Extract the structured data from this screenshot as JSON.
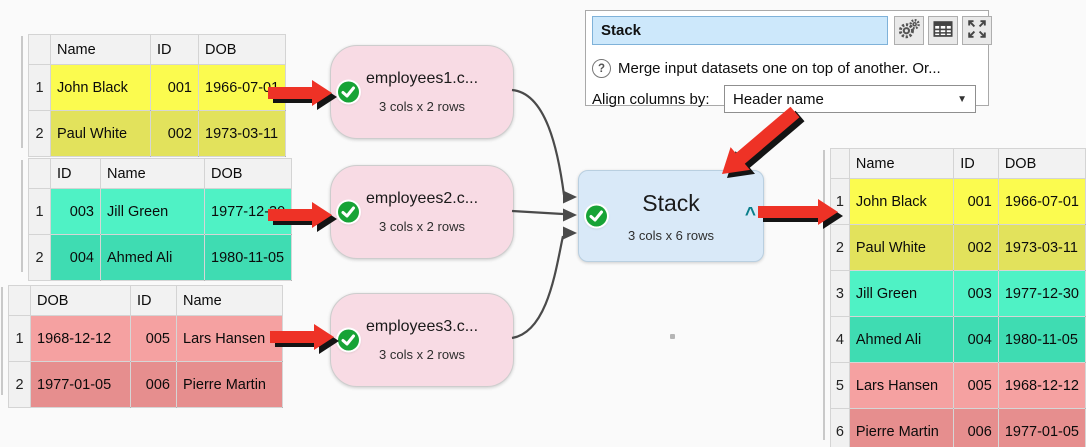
{
  "app": {
    "background": "#fafafa",
    "accent_red": "#ee3226",
    "connector_gray": "#4a4a4a",
    "check_green": "#17a336",
    "node_pink": "#f8dbe4",
    "node_blue": "#d9e9f8"
  },
  "panel": {
    "name_input_value": "Stack",
    "help_glyph": "?",
    "description": "Merge input datasets one on top of another. Or...",
    "align_columns_label": "Align columns by:",
    "align_columns_value": "Header name",
    "dropdown_glyph": "▼",
    "icons": {
      "settings": "double-gear-icon",
      "table_view": "table-grid-icon",
      "fullscreen": "expand-arrows-icon",
      "help": "circled-question-icon"
    }
  },
  "nodes": [
    {
      "title": "employees1.c...",
      "subtitle": "3 cols x 2 rows"
    },
    {
      "title": "employees2.c...",
      "subtitle": "3 cols x 2 rows"
    },
    {
      "title": "employees3.c...",
      "subtitle": "3 cols x 2 rows"
    }
  ],
  "stack_node": {
    "title": "Stack",
    "subtitle": "3 cols x 6 rows",
    "caret": "^"
  },
  "source_tables": [
    {
      "headers": [
        "Name",
        "ID",
        "DOB"
      ],
      "rows": [
        {
          "num": "1",
          "cells": [
            "John Black",
            "001",
            "1966-07-01"
          ],
          "color": "#fbfb4f"
        },
        {
          "num": "2",
          "cells": [
            "Paul White",
            "002",
            "1973-03-11"
          ],
          "color": "#e2e25c"
        }
      ]
    },
    {
      "headers": [
        "ID",
        "Name",
        "DOB"
      ],
      "rows": [
        {
          "num": "1",
          "cells": [
            "003",
            "Jill Green",
            "1977-12-30"
          ],
          "color": "#4ff2c5"
        },
        {
          "num": "2",
          "cells": [
            "004",
            "Ahmed Ali",
            "1980-11-05"
          ],
          "color": "#3fdcb2"
        }
      ]
    },
    {
      "headers": [
        "DOB",
        "ID",
        "Name"
      ],
      "rows": [
        {
          "num": "1",
          "cells": [
            "1968-12-12",
            "005",
            "Lars Hansen"
          ],
          "color": "#f5a1a1"
        },
        {
          "num": "2",
          "cells": [
            "1977-01-05",
            "006",
            "Pierre Martin"
          ],
          "color": "#e68e8e"
        }
      ]
    }
  ],
  "output_table": {
    "headers": [
      "Name",
      "ID",
      "DOB"
    ],
    "rows": [
      {
        "num": "1",
        "cells": [
          "John Black",
          "001",
          "1966-07-01"
        ],
        "color": "#fbfb4f"
      },
      {
        "num": "2",
        "cells": [
          "Paul White",
          "002",
          "1973-03-11"
        ],
        "color": "#e2e25c"
      },
      {
        "num": "3",
        "cells": [
          "Jill Green",
          "003",
          "1977-12-30"
        ],
        "color": "#4ff2c5"
      },
      {
        "num": "4",
        "cells": [
          "Ahmed Ali",
          "004",
          "1980-11-05"
        ],
        "color": "#3fdcb2"
      },
      {
        "num": "5",
        "cells": [
          "Lars Hansen",
          "005",
          "1968-12-12"
        ],
        "color": "#f5a1a1"
      },
      {
        "num": "6",
        "cells": [
          "Pierre Martin",
          "006",
          "1977-01-05"
        ],
        "color": "#e68e8e"
      }
    ]
  }
}
